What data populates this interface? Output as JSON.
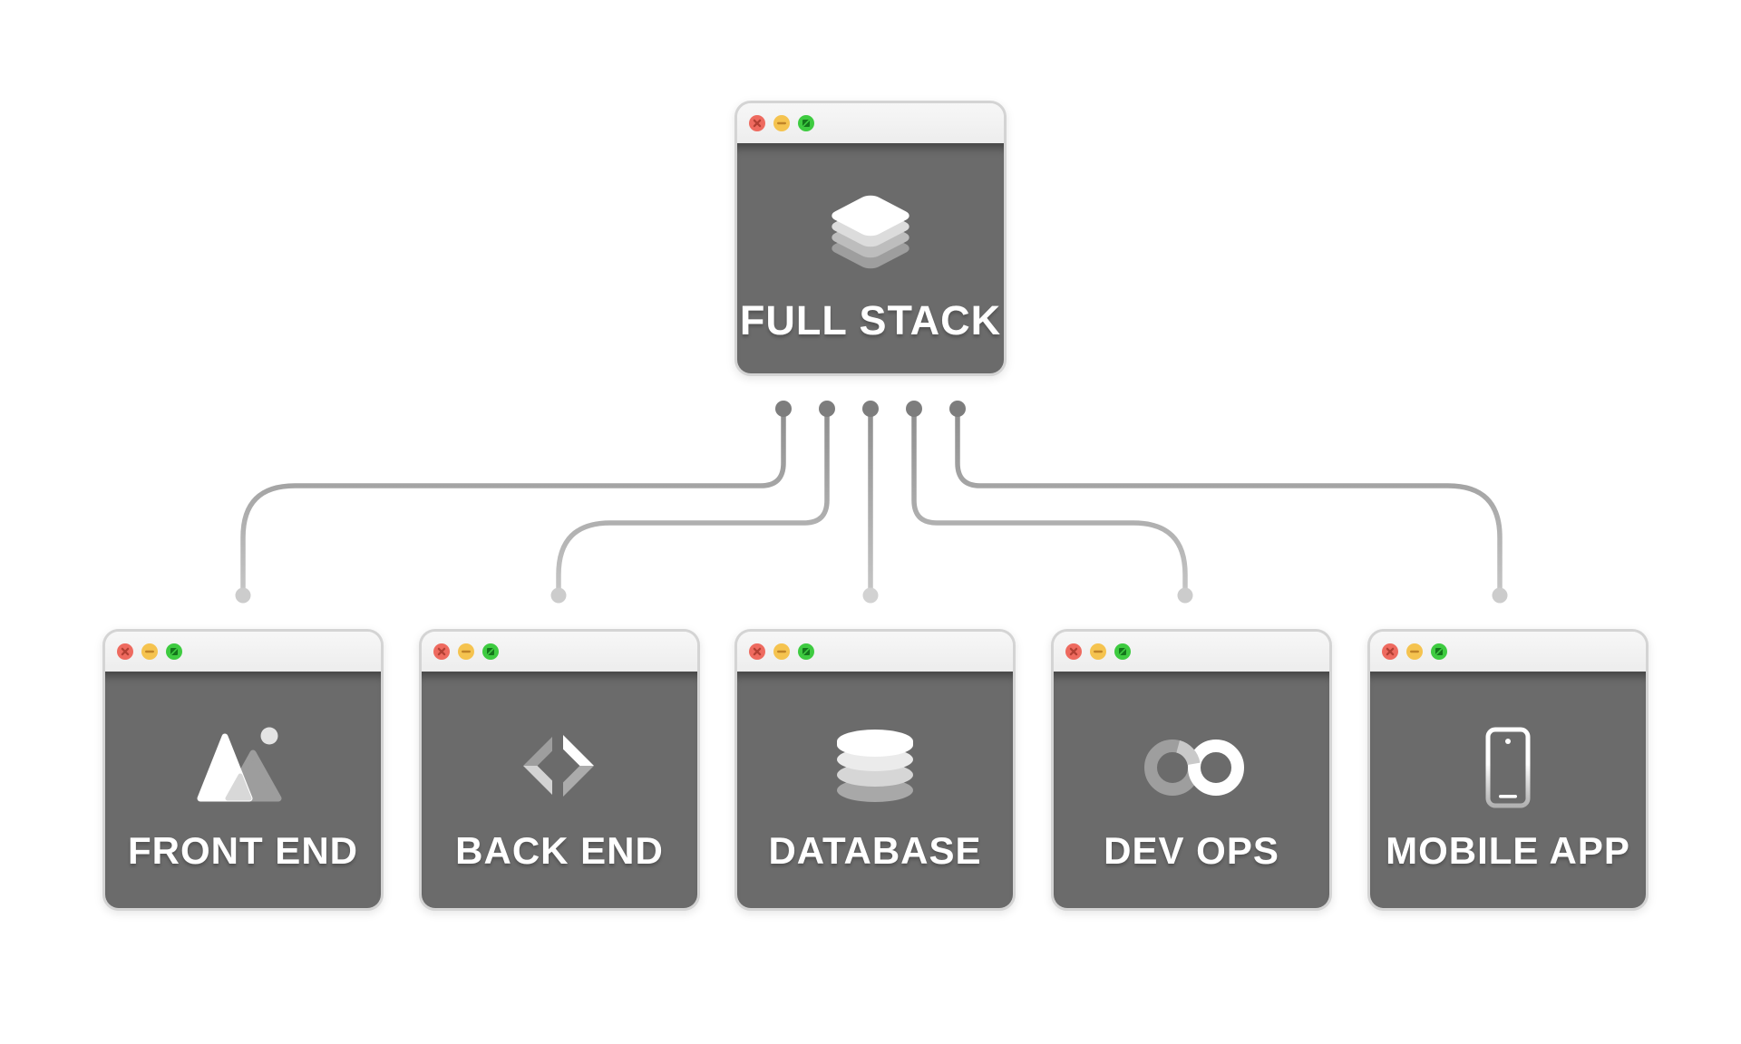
{
  "diagram": {
    "title": "full stack development diagram",
    "root_window": {
      "label": "FULL STACK",
      "icon": "layers-icon"
    },
    "child_windows": [
      {
        "label": "FRONT END",
        "icon": "image-icon"
      },
      {
        "label": "BACK END",
        "icon": "code-icon"
      },
      {
        "label": "DATABASE",
        "icon": "database-icon"
      },
      {
        "label": "DEV OPS",
        "icon": "infinity-icon"
      },
      {
        "label": "MOBILE APP",
        "icon": "mobile-icon"
      }
    ],
    "window_controls": {
      "close": "close",
      "minimize": "minimize",
      "zoom": "zoom"
    },
    "colors": {
      "background": "#ffffff",
      "window_body": "#6b6b6b",
      "window_chrome": "#f1f1f1",
      "window_border": "#d4d4d4",
      "close_red": "#ee6a5f",
      "minimize_yellow": "#f5c34f",
      "zoom_green": "#3ecb40",
      "connector_line_top": "#8a8a8a",
      "connector_line_bottom": "#c9c9c9",
      "connector_dot_top": "#7d7d7d",
      "connector_dot_end": "#cccccc",
      "label_text": "#ffffff"
    }
  }
}
